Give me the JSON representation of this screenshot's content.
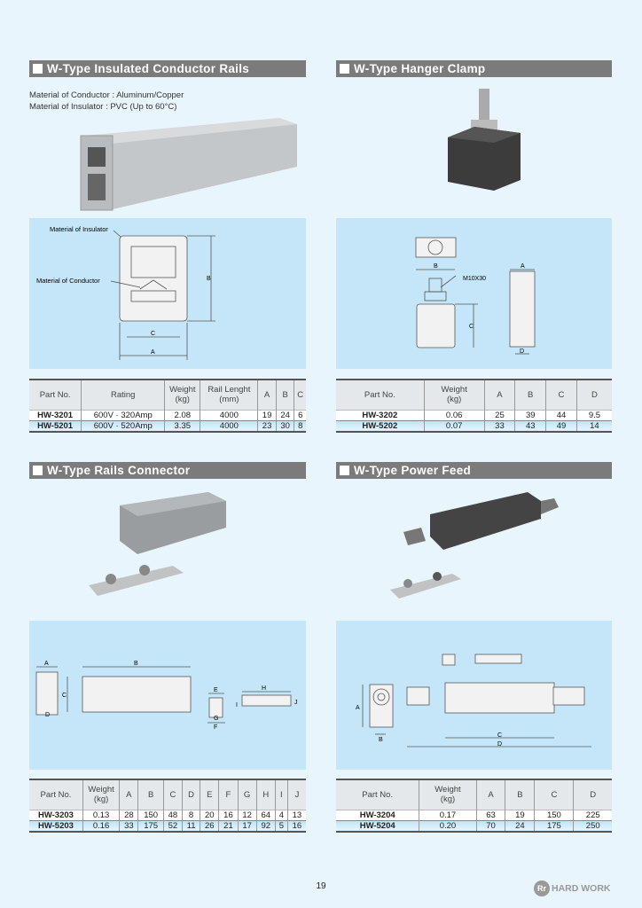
{
  "sections": {
    "rails": {
      "title": "W-Type Insulated Conductor Rails",
      "desc": [
        "Material of Conductor : Aluminum/Copper",
        "Material of Insulator : PVC (Up to 60°C)"
      ],
      "diagram_labels": {
        "insulator": "Material of Insulator",
        "conductor": "Material of Conductor",
        "a": "A",
        "b": "B",
        "c": "C"
      },
      "table": {
        "headers": [
          "Part No.",
          "Rating",
          "Weight\n(kg)",
          "Rail Lenght\n(mm)",
          "A",
          "B",
          "C"
        ],
        "rows": [
          [
            "HW-3201",
            "600V · 320Amp",
            "2.08",
            "4000",
            "19",
            "24",
            "6"
          ],
          [
            "HW-5201",
            "600V · 520Amp",
            "3.35",
            "4000",
            "23",
            "30",
            "8"
          ]
        ]
      }
    },
    "clamp": {
      "title": "W-Type Hanger Clamp",
      "diagram_labels": {
        "a": "A",
        "b": "B",
        "c": "C",
        "d": "D",
        "bolt": "M10X30"
      },
      "table": {
        "headers": [
          "Part No.",
          "Weight\n(kg)",
          "A",
          "B",
          "C",
          "D"
        ],
        "rows": [
          [
            "HW-3202",
            "0.06",
            "25",
            "39",
            "44",
            "9.5"
          ],
          [
            "HW-5202",
            "0.07",
            "33",
            "43",
            "49",
            "14"
          ]
        ]
      }
    },
    "connector": {
      "title": "W-Type Rails Connector",
      "diagram_labels": {
        "a": "A",
        "b": "B",
        "c": "C",
        "d": "D",
        "e": "E",
        "f": "F",
        "g": "G",
        "h": "H",
        "i": "I",
        "j": "J"
      },
      "table": {
        "headers": [
          "Part No.",
          "Weight\n(kg)",
          "A",
          "B",
          "C",
          "D",
          "E",
          "F",
          "G",
          "H",
          "I",
          "J"
        ],
        "rows": [
          [
            "HW-3203",
            "0.13",
            "28",
            "150",
            "48",
            "8",
            "20",
            "16",
            "12",
            "64",
            "4",
            "13"
          ],
          [
            "HW-5203",
            "0.16",
            "33",
            "175",
            "52",
            "11",
            "26",
            "21",
            "17",
            "92",
            "5",
            "16"
          ]
        ]
      }
    },
    "feed": {
      "title": "W-Type Power Feed",
      "diagram_labels": {
        "a": "A",
        "b": "B",
        "c": "C",
        "d": "D"
      },
      "table": {
        "headers": [
          "Part No.",
          "Weight\n(kg)",
          "A",
          "B",
          "C",
          "D"
        ],
        "rows": [
          [
            "HW-3204",
            "0.17",
            "63",
            "19",
            "150",
            "225"
          ],
          [
            "HW-5204",
            "0.20",
            "70",
            "24",
            "175",
            "250"
          ]
        ]
      }
    }
  },
  "footer": {
    "page_number": "19",
    "logo_mark": "Rr",
    "brand": "HARD WORK"
  }
}
